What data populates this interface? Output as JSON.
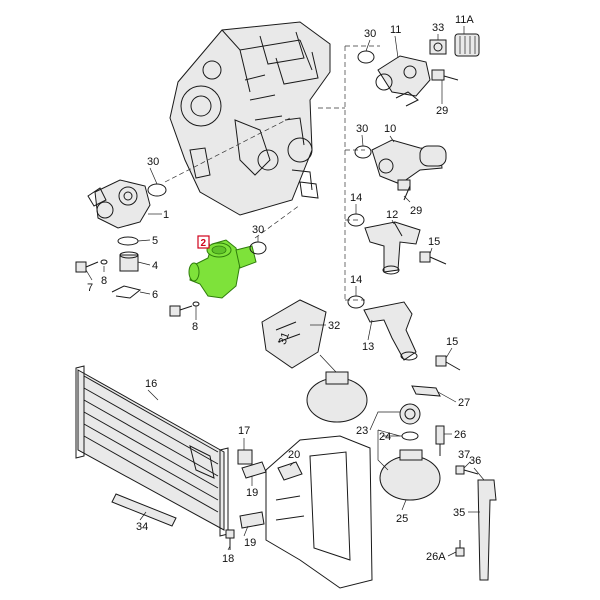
{
  "highlight_color": "#7EE23A",
  "callout_color": "#D0021B",
  "labels": {
    "l30a": "30",
    "l11": "11",
    "l33": "33",
    "l11a": "11A",
    "l29a": "29",
    "l30b": "30",
    "l10": "10",
    "l29b": "29",
    "l30c": "30",
    "l1": "1",
    "l12": "12",
    "l14a": "14",
    "l15a": "15",
    "l30d": "30",
    "l2": "2",
    "l5": "5",
    "l8a": "8",
    "l4": "4",
    "l7": "7",
    "l6": "6",
    "l8b": "8",
    "l14b": "14",
    "l32": "32",
    "l13": "13",
    "l15b": "15",
    "l16": "16",
    "l27": "27",
    "l17": "17",
    "l23": "23",
    "l24": "24",
    "l26": "26",
    "l20": "20",
    "l37": "37",
    "l36": "36",
    "l19a": "19",
    "l34": "34",
    "l25": "25",
    "l35": "35",
    "l19b": "19",
    "l18": "18",
    "l26a": "26A",
    "l31": "31"
  }
}
